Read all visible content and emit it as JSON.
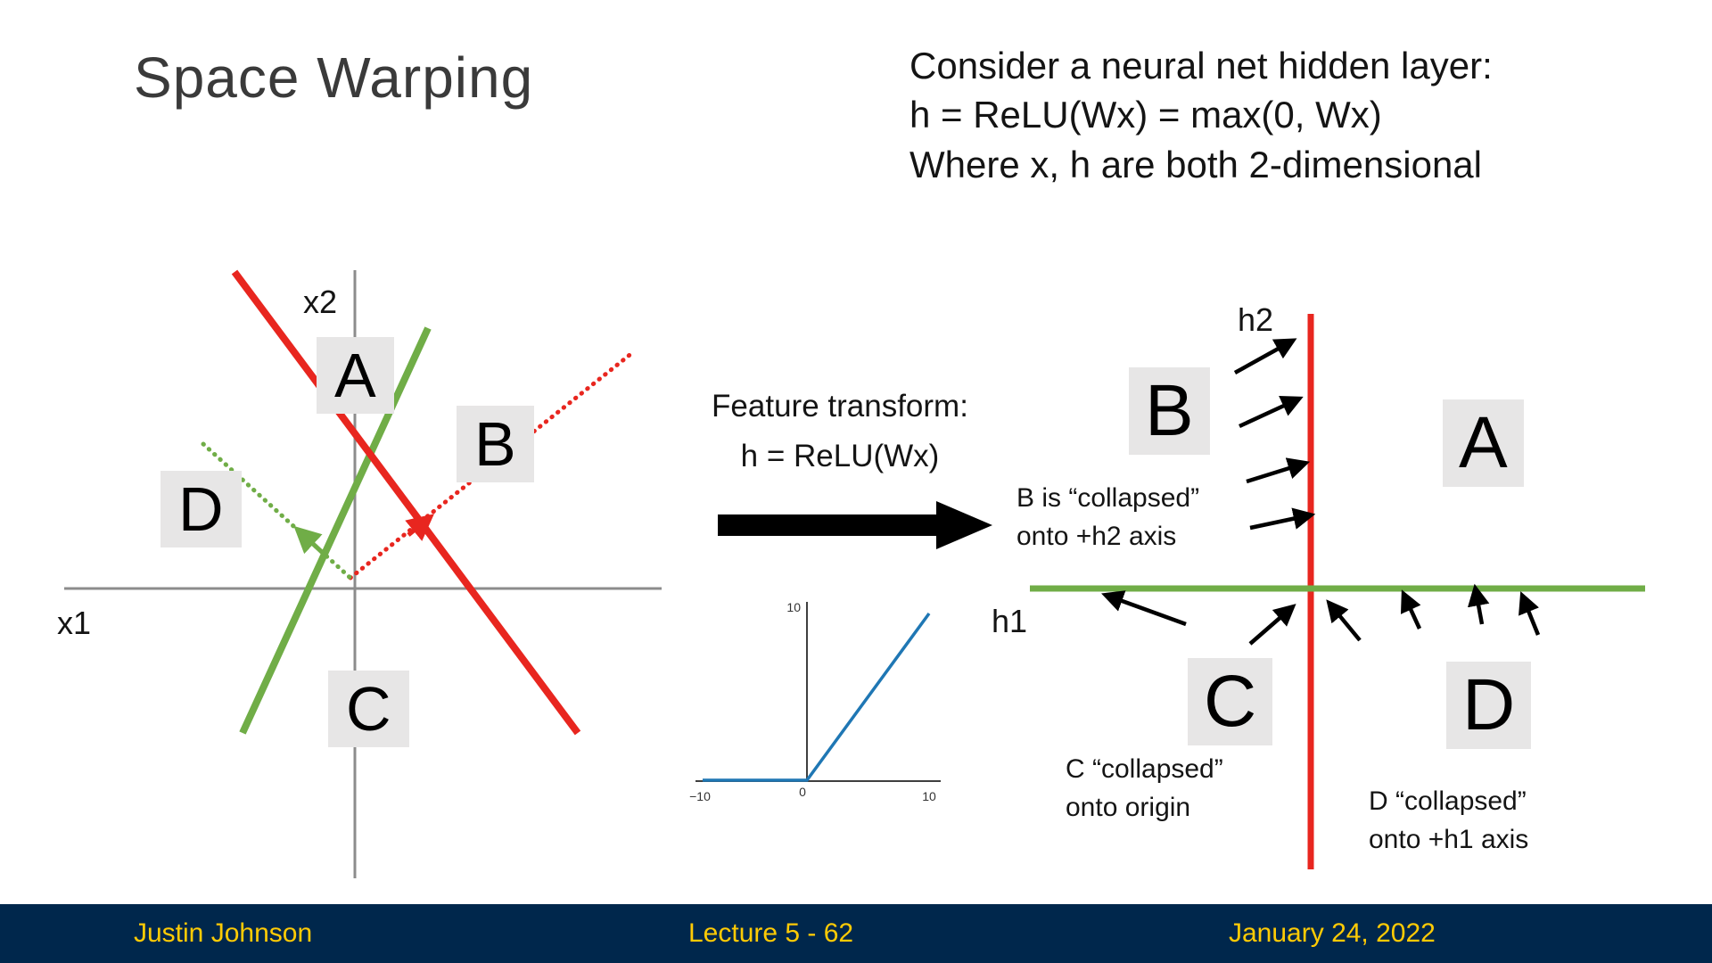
{
  "slide": {
    "title": "Space Warping",
    "note_line1": "Consider a neural net hidden layer:",
    "note_line2": "h = ReLU(Wx) = max(0, Wx)",
    "note_line3": "Where x, h are both 2-dimensional"
  },
  "transform": {
    "line1": "Feature transform:",
    "line2": "h = ReLU(Wx)"
  },
  "left_plot": {
    "x_label": "x1",
    "y_label": "x2",
    "region_a": "A",
    "region_b": "B",
    "region_c": "C",
    "region_d": "D"
  },
  "relu_plot": {
    "tick_top": "10",
    "tick_left": "−10",
    "tick_origin": "0",
    "tick_right": "10"
  },
  "right_plot": {
    "x_label": "h1",
    "y_label": "h2",
    "region_a": "A",
    "region_b": "B",
    "region_c": "C",
    "region_d": "D",
    "b_note_line1": "B is “collapsed”",
    "b_note_line2": "onto +h2 axis",
    "c_note_line1": "C “collapsed”",
    "c_note_line2": "onto origin",
    "d_note_line1": "D “collapsed”",
    "d_note_line2": "onto +h1 axis"
  },
  "footer": {
    "author": "Justin Johnson",
    "lecture": "Lecture 5 - 62",
    "date": "January 24, 2022"
  },
  "colors": {
    "line_red": "#e8261f",
    "line_green": "#70ad47",
    "relu_blue": "#1f77b4",
    "axis_gray": "#8c8c8c",
    "label_bg": "#e7e6e6",
    "footer_bg": "#00274c",
    "footer_text": "#ffcb05"
  }
}
